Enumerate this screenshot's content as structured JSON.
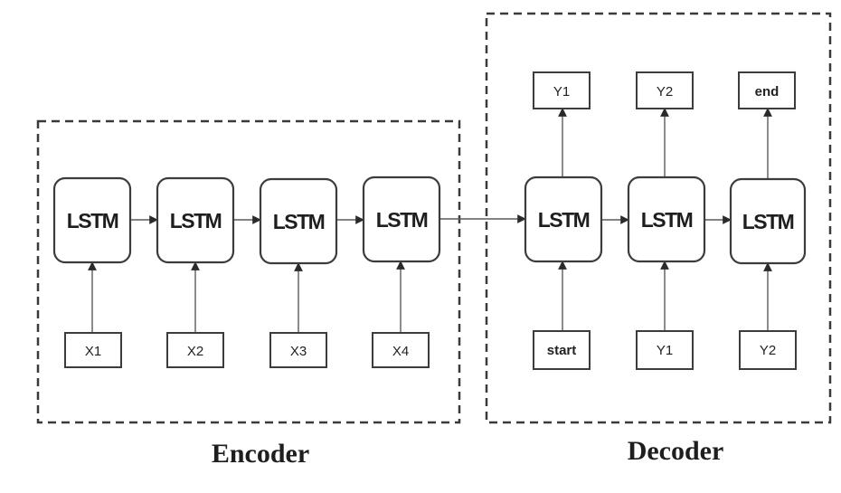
{
  "diagram": {
    "title": "LSTM Encoder-Decoder",
    "encoder": {
      "caption": "Encoder",
      "cells": [
        {
          "label": "LSTM",
          "input": "X1"
        },
        {
          "label": "LSTM",
          "input": "X2"
        },
        {
          "label": "LSTM",
          "input": "X3"
        },
        {
          "label": "LSTM",
          "input": "X4"
        }
      ]
    },
    "decoder": {
      "caption": "Decoder",
      "cells": [
        {
          "label": "LSTM",
          "input": "start",
          "output": "Y1"
        },
        {
          "label": "LSTM",
          "input": "Y1",
          "output": "Y2"
        },
        {
          "label": "LSTM",
          "input": "Y2",
          "output": "end"
        }
      ]
    },
    "colors": {
      "stroke": "#3c3c3c",
      "edge": "#5a5a5a",
      "text": "#1e1e1e",
      "background": "#ffffff"
    }
  }
}
